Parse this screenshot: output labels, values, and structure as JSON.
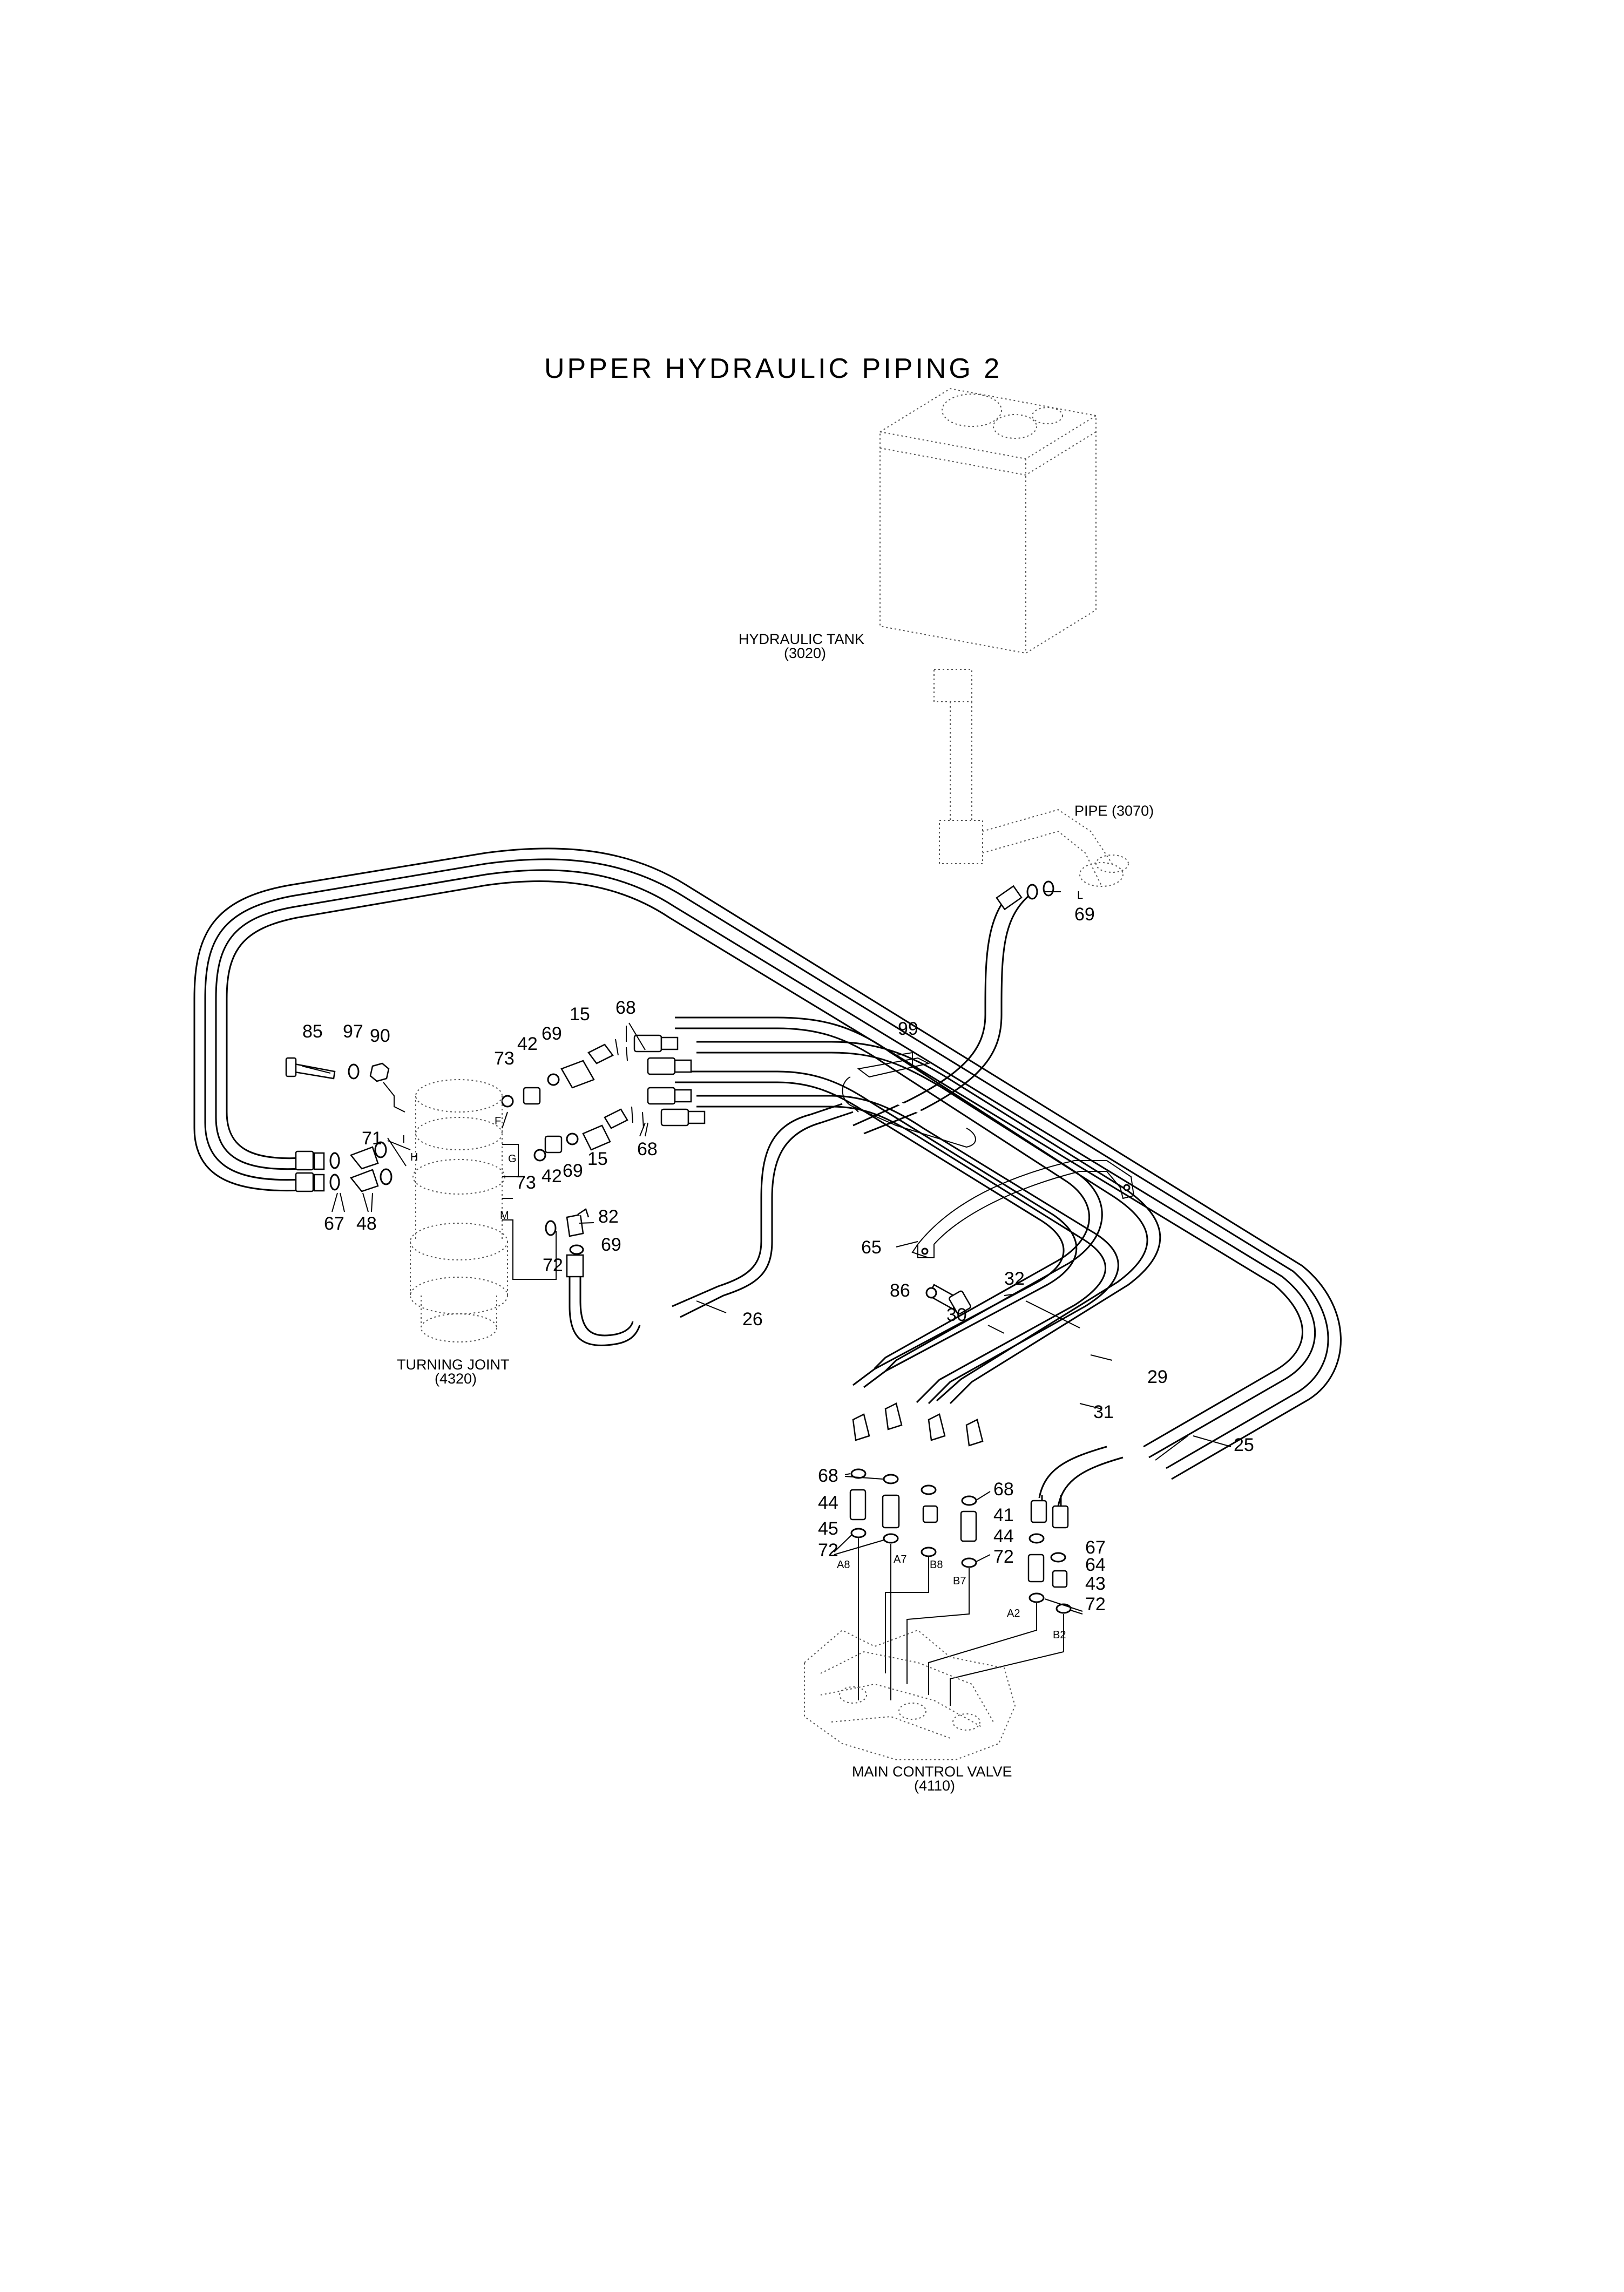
{
  "title": "UPPER HYDRAULIC PIPING 2",
  "components": {
    "hydraulic_tank": {
      "name": "HYDRAULIC TANK",
      "ref": "(3020)"
    },
    "pipe": {
      "name": "PIPE (3070)"
    },
    "turning_joint": {
      "name": "TURNING JOINT",
      "ref": "(4320)"
    },
    "main_control_valve": {
      "name": "MAIN CONTROL VALVE",
      "ref": "(4110)"
    }
  },
  "port_labels": [
    "L",
    "F",
    "I",
    "H",
    "G",
    "M",
    "A8",
    "A7",
    "B8",
    "B7",
    "A2",
    "B2"
  ],
  "callouts": [
    "85",
    "97",
    "90",
    "73",
    "42",
    "69",
    "15",
    "68",
    "99",
    "71",
    "67",
    "48",
    "73",
    "42",
    "69",
    "15",
    "68",
    "82",
    "69",
    "72",
    "65",
    "86",
    "26",
    "32",
    "30",
    "29",
    "31",
    "25",
    "68",
    "44",
    "45",
    "72",
    "68",
    "41",
    "44",
    "72",
    "67",
    "64",
    "43",
    "72",
    "69"
  ]
}
